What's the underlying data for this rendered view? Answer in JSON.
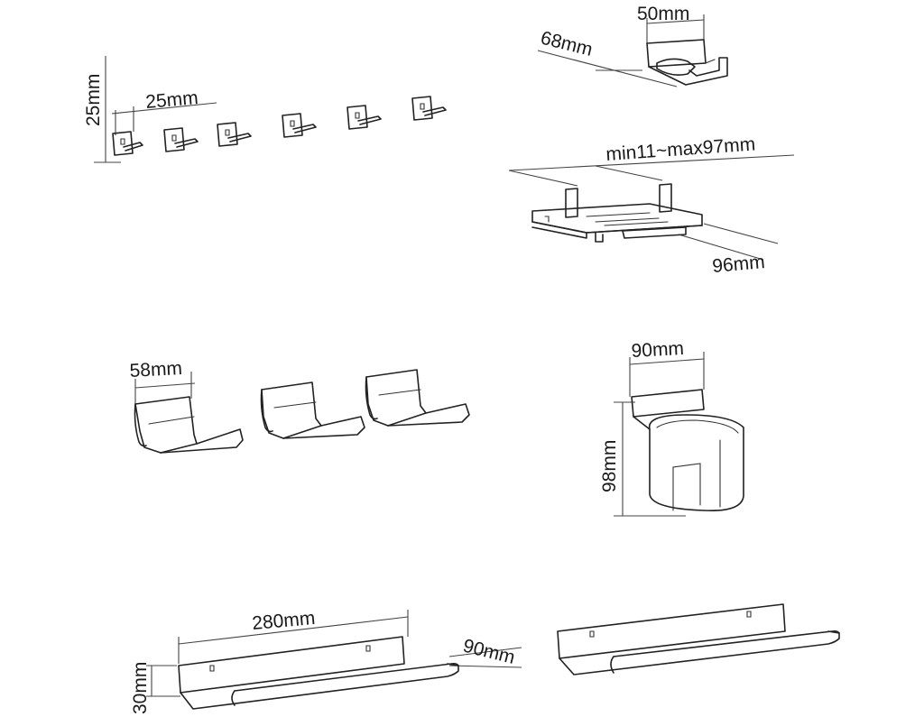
{
  "labels": {
    "hooks_height": "25mm",
    "hooks_width": "25mm",
    "holder_top_width": "50mm",
    "holder_top_depth": "68mm",
    "clamp_range": "min11~max97mm",
    "clamp_depth": "96mm",
    "headphone_width": "58mm",
    "cup_width": "90mm",
    "cup_height": "98mm",
    "shelf_length": "280mm",
    "shelf_depth": "90mm",
    "shelf_height": "30mm"
  }
}
